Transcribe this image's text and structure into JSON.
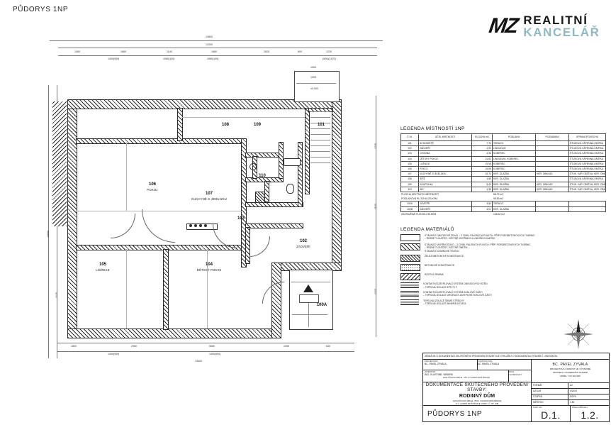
{
  "page_title": "PŮDORYS 1NP",
  "logo": {
    "mark": "MZ",
    "line1": "REALITNÍ",
    "line2": "KANCELÁŘ",
    "accent": "#8fb8c4"
  },
  "legend_rooms": {
    "title": "LEGENDA MÍSTNOSTÍ 1NP",
    "columns": [
      "Č.M.",
      "ÚČEL MÍSTNOSTI",
      "PLOCHA m2",
      "PODLAHA",
      "POZNÁMKA",
      "ÚPRAVA POVRCHU"
    ],
    "rows": [
      [
        "101",
        "SCHODIŠTĚ",
        "7,72",
        "TERACO",
        "",
        "ŠTUKOVÁ VÁPENNÁ OMÍTKA"
      ],
      [
        "102",
        "ZÁDVEŘÍ",
        "1,92",
        "LINOLEUM",
        "",
        "ŠTUKOVÁ VÁPENNÁ OMÍTKA"
      ],
      [
        "103",
        "CHODBA",
        "4,05",
        "KOBEREC",
        "",
        "ŠTUKOVÁ VÁPENNÁ OMÍTKA"
      ],
      [
        "104",
        "DĚTSKÝ POKOJ",
        "21,62",
        "LINOLEUM, KOBEREC",
        "",
        "ŠTUKOVÁ VÁPENNÁ OMÍTKA"
      ],
      [
        "105",
        "LOŽNICE",
        "19,08",
        "KOBEREC",
        "",
        "ŠTUKOVÁ VÁPENNÁ OMÍTKA"
      ],
      [
        "106",
        "POKOJ",
        "15,55",
        "KOBEREC",
        "",
        "ŠTUKOVÁ VÁPENNÁ OMÍTKA"
      ],
      [
        "107",
        "KUCHYNĚ S JÍDELNOU",
        "15,74",
        "KER. DLAŽBA",
        "KER. OBKLAD",
        "ŠTUK. VÁP. OMÍTKA, KER. OBKLAD"
      ],
      [
        "108",
        "SPÍŽ",
        "1,65",
        "KER. DLAŽBA",
        "",
        "ŠTUKOVÁ VÁPENNÁ OMÍTKA"
      ],
      [
        "109",
        "KOUPELNA",
        "5,02",
        "KER. DLAŽBA",
        "KER. OBKLAD",
        "ŠTUK. VÁP. OMÍTKA, KER. OBKLAD"
      ],
      [
        "110",
        "WC",
        "1,95",
        "KER. DLAŽBA",
        "KER. OBKLAD",
        "ŠTUK. VÁP. OMÍTKA, KER. OBKLAD"
      ]
    ],
    "summary": [
      {
        "label": "PLOCHA OBYTNÝCH MÍSTNOSTÍ",
        "value": "56,72 m2"
      },
      {
        "label": "PODLAHOVÁ PLOCHA CELKEM",
        "value": "98,83 m2"
      }
    ],
    "extra_rows": [
      [
        "100A",
        "ZÁVĚTŘÍ",
        "3,84",
        "TERACO",
        "",
        ""
      ],
      [
        "100B",
        "ZÁDVEŘÍ",
        "4,01",
        "KER. DLAŽBA",
        "",
        ""
      ]
    ],
    "total": {
      "label": "ZASTAVĚNÁ PLOCHA CELKEM",
      "value": "148,64 m2"
    }
  },
  "legend_materials": {
    "title": "LEGENDA MATERIÁLŮ",
    "items": [
      {
        "swatch": "plain",
        "lines": [
          "STÁVAJÍCÍ OBVODOVÉ ZDIVO – Z CIHEL PÁLENÝCH PLNÝCH, PŘÍP. POROBETONOVÝCH TVÁRNIC",
          "– RŮZNÉ TLOUŠŤKY, VČETNĚ VNITŘNÍCH A VNĚJŠÍCH OMÍTEK"
        ]
      },
      {
        "swatch": "hatch45",
        "lines": [
          "STÁVAJÍCÍ VNITŘNÍ ZDIVO – Z CIHEL PÁLENÝCH PLNÝCH, PŘÍP. POROBETONOVÝCH TVÁRNIC",
          "– RŮZNÉ TLOUŠŤKY, VČETNĚ OMÍTEK",
          "STÁVAJÍCÍ KOMÍNOVÉ TĚLESO"
        ]
      },
      {
        "swatch": "dense",
        "lines": [
          "ŽELEZOBETONOVÉ KONSTRUKCE"
        ]
      },
      {
        "swatch": "dot",
        "lines": [
          "BETONOVÉ KONSTRUKCE"
        ]
      },
      {
        "swatch": "hatchm45",
        "lines": [
          "ROSTLÁ ZEMINA"
        ]
      },
      {
        "swatch": "insul",
        "lines": [
          "KONTAKTNÍ ZATEPLOVACÍ SYSTÉM OBVODOVÝCH STĚN",
          "– TEPELNÁ IZOLACE EPS 70 F"
        ]
      },
      {
        "swatch": "insul",
        "lines": [
          "KONTAKTNÍ ZATEPLOVACÍ SYSTÉM SOKLOVÉ ČÁSTI",
          "– TEPELNÁ IZOLACE URČENÁ K ZATEPLENÍ SOKLOVÉ ČÁSTI"
        ]
      },
      {
        "swatch": "insul",
        "lines": [
          "TEPELNÁ IZOLACE ŠIKMÉ STŘECHY",
          "– TEPELNÁ IZOLACE MINERÁLNÍ VATA"
        ]
      }
    ]
  },
  "title_block": {
    "top_note": "JEDNÁ SE O DOKUMENTACI SKUTEČNÉHO PROVEDENÍ STAVBY DLE VYHLÁŠKY O DOKUMENTACI STAVEB Č. 499/2006 Sb.",
    "projektant_label": "PROJEKTANT:",
    "projektant_value": "BC. PAVEL ZÝVALA",
    "kontroloval_label": "KONTROLOVAL:",
    "kontroloval_value": "BC. PAVEL ZÝVALA",
    "investor_label": "INVESTOR:",
    "investor_value": "ING. VLASTIMIL VAŇURA",
    "investor_addr": "HAVLÍČKOVA 458/44, 783 17 HORNÍ MOŠTĚNICE",
    "kraj_label": "KRAJ:",
    "kraj_value": "OLOMOUCKÝ",
    "doc_label": "DOKUMENTACE SKUTEČNÉHO PROVEDENÍ STAVBY:",
    "doc_name": "RODINNÝ DŮM",
    "doc_addr1": "HAVLÍČKOVA 458/44, 783 17 HORNÍ MOŠTĚNICE",
    "doc_addr2": "K.Ú. HORNÍ MOŠTĚNICE, PARC. Č. ST. 638",
    "plan_name": "PŮDORYS 1NP",
    "architect_name": "BC. PAVEL ZÝVALA",
    "architect_l1": "PROJEKTOVÁ ČINNOST VE VÝSTAVBĚ",
    "architect_l2": "PROJEKTY POZEMNÍCH STAVEB",
    "architect_l3": "MOBIL: 724 402 605",
    "meta": [
      {
        "key": "FORMÁT",
        "value": "A2"
      },
      {
        "key": "DATUM",
        "value": "4/2024"
      },
      {
        "key": "STUPEŇ",
        "value": "DSPS"
      },
      {
        "key": "MĚŘÍTKO",
        "value": "1:50"
      }
    ],
    "part_label": "ČÁST PD",
    "part_value": "D.1.",
    "attach_label": "ČÍSLO PŘÍLOHY",
    "attach_value": "1.2."
  },
  "plan": {
    "rooms": [
      {
        "num": "106",
        "name": "POKOJ"
      },
      {
        "num": "107",
        "name": "KUCHYNĚ S JÍDELNOU"
      },
      {
        "num": "105",
        "name": "LOŽNICE"
      },
      {
        "num": "104",
        "name": "DĚTSKÝ POKOJ"
      },
      {
        "num": "108",
        "name": "SPÍŽ"
      },
      {
        "num": "109",
        "name": "KOUPELNA"
      },
      {
        "num": "110",
        "name": "WC"
      },
      {
        "num": "103",
        "name": "CHODBA"
      },
      {
        "num": "102",
        "name": "ZÁDVEŘÍ"
      },
      {
        "num": "101",
        "name": "SCHODIŠTĚ"
      },
      {
        "num": "100A",
        "name": "ZÁVĚTŘÍ"
      },
      {
        "num": "100B",
        "name": ""
      }
    ],
    "level_mark": "±0,000",
    "dims_top_outer": "13800",
    "dims_top_mid": "13300",
    "dims_top_chain": [
      "1080",
      "1860",
      "1140",
      "1860",
      "2620",
      "600",
      "1230"
    ],
    "dims_top_sub": [
      "1400(900)",
      "1080(100)",
      "1960(100)",
      "(900)(1470)"
    ],
    "dims_bottom_outer": "13400",
    "dims_bottom_chain": [
      "1800",
      "2950",
      "5050",
      "2250",
      "630"
    ],
    "dims_bottom_sub": [
      "1400(900)",
      "1400(900)",
      "2250(100)"
    ],
    "dims_left_outer": "10800",
    "dims_left_chain": [
      "4120",
      "1450",
      "4120"
    ],
    "dims_right_chain": [
      "4210",
      "1100",
      "4210"
    ]
  },
  "compass": {
    "n": "S"
  }
}
